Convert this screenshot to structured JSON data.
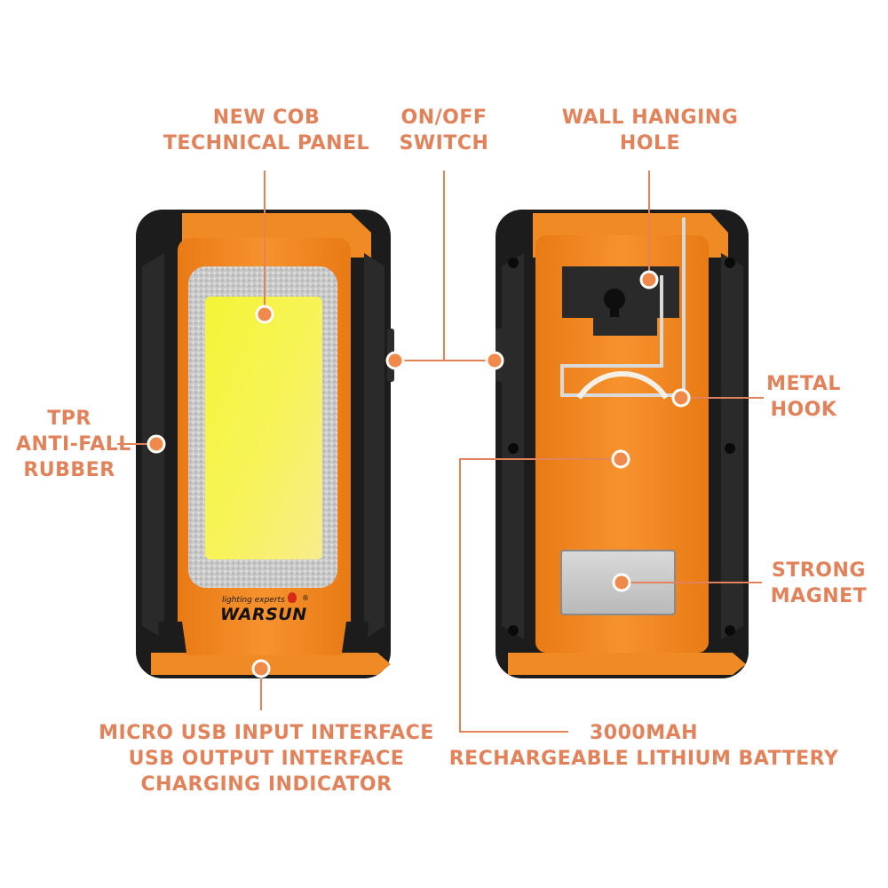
{
  "labels": {
    "cob": [
      "NEW COB",
      "TECHNICAL PANEL"
    ],
    "switch": [
      "ON/OFF",
      "SWITCH"
    ],
    "wall_hole": [
      "WALL HANGING",
      "HOLE"
    ],
    "rubber": [
      "TPR",
      "ANTI-FALL",
      "RUBBER"
    ],
    "metal_hook": [
      "METAL",
      "HOOK"
    ],
    "magnet": [
      "STRONG",
      "MAGNET"
    ],
    "usb": [
      "MICRO USB INPUT INTERFACE",
      "USB OUTPUT INTERFACE",
      "CHARGING INDICATOR"
    ],
    "battery": [
      "3000MAH",
      "RECHARGEABLE LITHIUM BATTERY"
    ]
  },
  "brand": {
    "name": "WARSUN",
    "tagline": "lighting experts",
    "registered": "®"
  },
  "colors": {
    "label": "#e2825a",
    "body_black": "#1b1b1b",
    "body_orange": "#f08a24",
    "cob_yellow": "#f3f53a"
  }
}
